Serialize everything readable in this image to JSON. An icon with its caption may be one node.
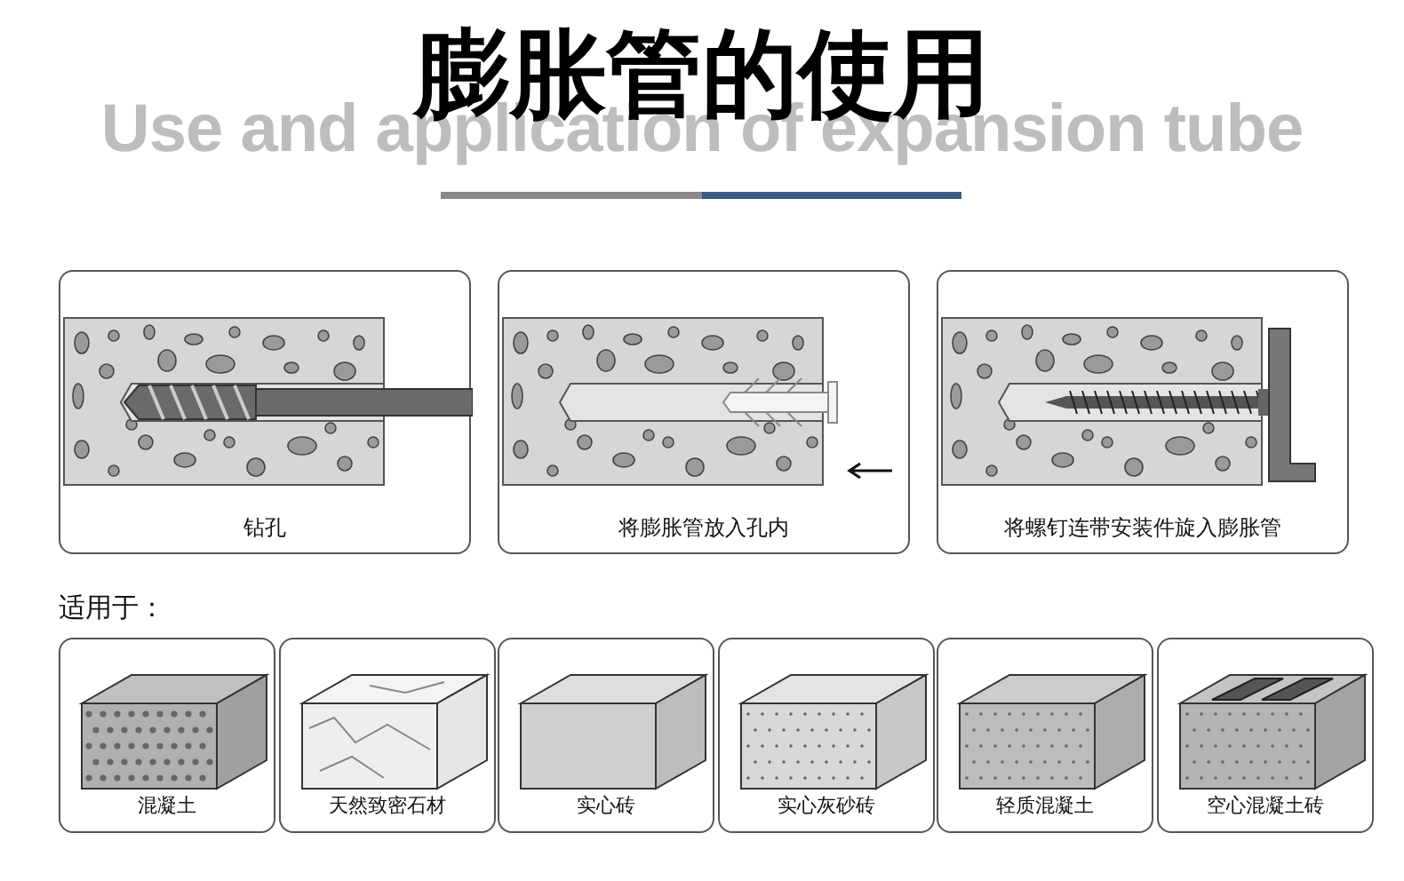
{
  "diagram": {
    "title": "膨胀管的使用",
    "nodes": [
      {
        "text": [
          "钻孔"
        ]
      },
      {
        "text": [
          "将膨胀管放入孔内"
        ]
      },
      {
        "text": [
          "将螺钉连带安装件旋入膨胀管"
        ]
      },
      {
        "text": [
          "混凝土"
        ]
      },
      {
        "text": [
          "天然致密石材"
        ]
      },
      {
        "text": [
          "实心砖"
        ]
      },
      {
        "text": [
          "实心灰砂砖"
        ]
      },
      {
        "text": [
          "轻质混凝土"
        ]
      },
      {
        "text": [
          "空心混凝土砖"
        ]
      }
    ],
    "labels": [
      "Use and application of expansion tube",
      "适用于："
    ]
  }
}
